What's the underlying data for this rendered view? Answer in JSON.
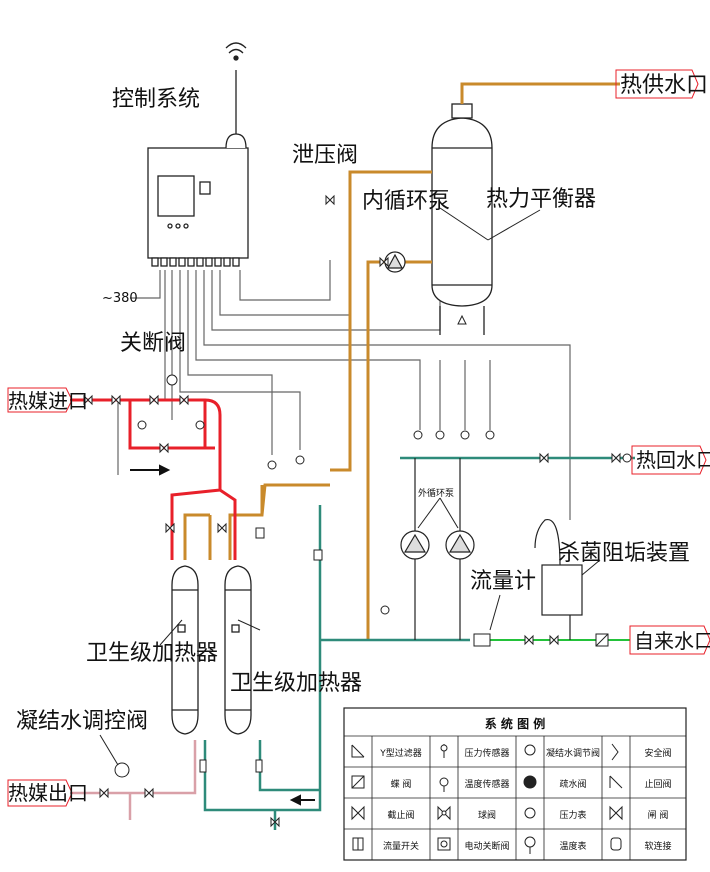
{
  "labels": {
    "control_system": "控制系统",
    "pressure_relief_valve": "泄压阀",
    "internal_pump": "内循环泵",
    "heat_balancer": "热力平衡器",
    "hot_supply_outlet": "热供水口",
    "power": "~380",
    "shutoff_valve": "关断阀",
    "heat_medium_inlet": "热媒进口",
    "hot_return_inlet": "热回水口",
    "external_pump": "外循环泵",
    "sterilizer": "杀菌阻垢装置",
    "flowmeter": "流量计",
    "tap_water_inlet": "自来水口",
    "sanitary_heater_1": "卫生级加热器",
    "sanitary_heater_2": "卫生级加热器",
    "condensate_valve": "凝结水调控阀",
    "heat_medium_outlet": "热媒出口"
  },
  "legend": {
    "title": "系 统 图 例",
    "rows": [
      [
        "Y型过滤器",
        "压力传感器",
        "凝结水调节阀",
        "安全阀"
      ],
      [
        "蝶 阀",
        "温度传感器",
        "疏水阀",
        "止回阀"
      ],
      [
        "截止阀",
        "球阀",
        "压力表",
        "闸 阀"
      ],
      [
        "流量开关",
        "电动关断阀",
        "温度表",
        "软连接"
      ]
    ]
  },
  "colors": {
    "heat_medium": "#e8202a",
    "hot_water": "#c98a2b",
    "return_water": "#2e8b7a",
    "tap_water": "#23c23a",
    "condensate": "#d9a0a8",
    "control_wire": "#555555"
  }
}
